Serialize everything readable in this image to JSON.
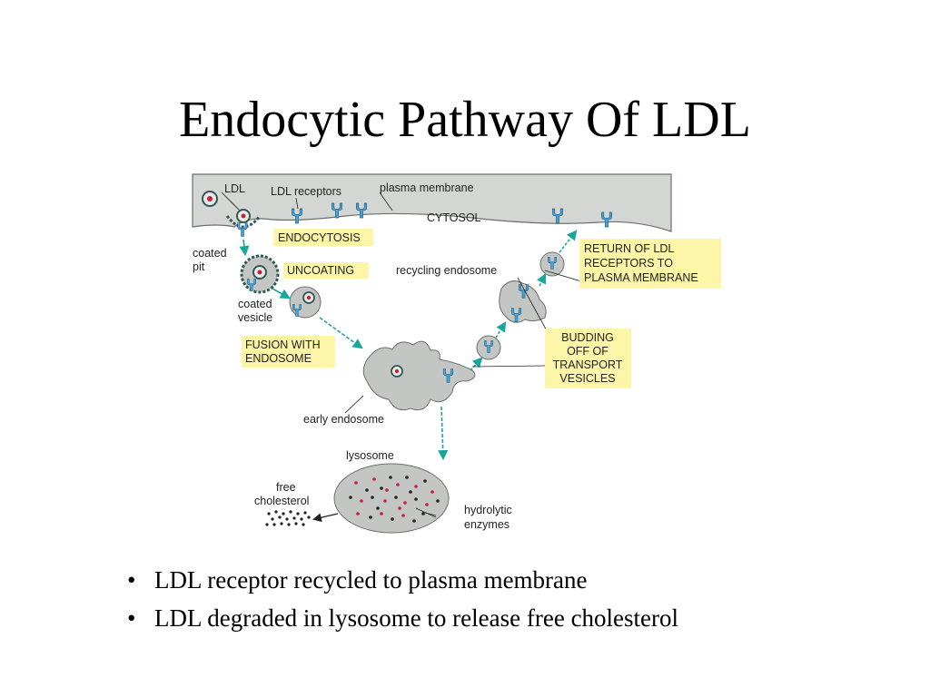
{
  "slide": {
    "title": "Endocytic Pathway Of LDL"
  },
  "diagram": {
    "labels": {
      "ldl": "LDL",
      "ldl_receptors": "LDL receptors",
      "plasma_membrane": "plasma membrane",
      "cytosol": "CYTOSOL",
      "coated_pit_line1": "coated",
      "coated_pit_line2": "pit",
      "coated_vesicle_line1": "coated",
      "coated_vesicle_line2": "vesicle",
      "recycling_endosome": "recycling endosome",
      "early_endosome": "early endosome",
      "lysosome": "lysosome",
      "free_cholesterol_line1": "free",
      "free_cholesterol_line2": "cholesterol",
      "hydrolytic_enzymes_line1": "hydrolytic",
      "hydrolytic_enzymes_line2": "enzymes"
    },
    "boxes": {
      "endocytosis": "ENDOCYTOSIS",
      "uncoating": "UNCOATING",
      "fusion_line1": "FUSION WITH",
      "fusion_line2": "ENDOSOME",
      "return_line1": "RETURN OF LDL",
      "return_line2": "RECEPTORS TO",
      "return_line3": "PLASMA MEMBRANE",
      "budding_line1": "BUDDING",
      "budding_line2": "OFF OF",
      "budding_line3": "TRANSPORT",
      "budding_line4": "VESICLES"
    },
    "colors": {
      "cytosol_gray": "#d4d6d4",
      "organelle_gray": "#c4c6c4",
      "receptor_blue": "#4aa3d8",
      "arrow_teal": "#1aa79b",
      "label_box_yellow": "#fdf6a8",
      "ldl_red": "#c8203a",
      "coat_dark": "#2f5a52"
    }
  },
  "bullets": [
    "LDL receptor recycled to plasma membrane",
    "LDL degraded in lysosome to release free cholesterol"
  ]
}
